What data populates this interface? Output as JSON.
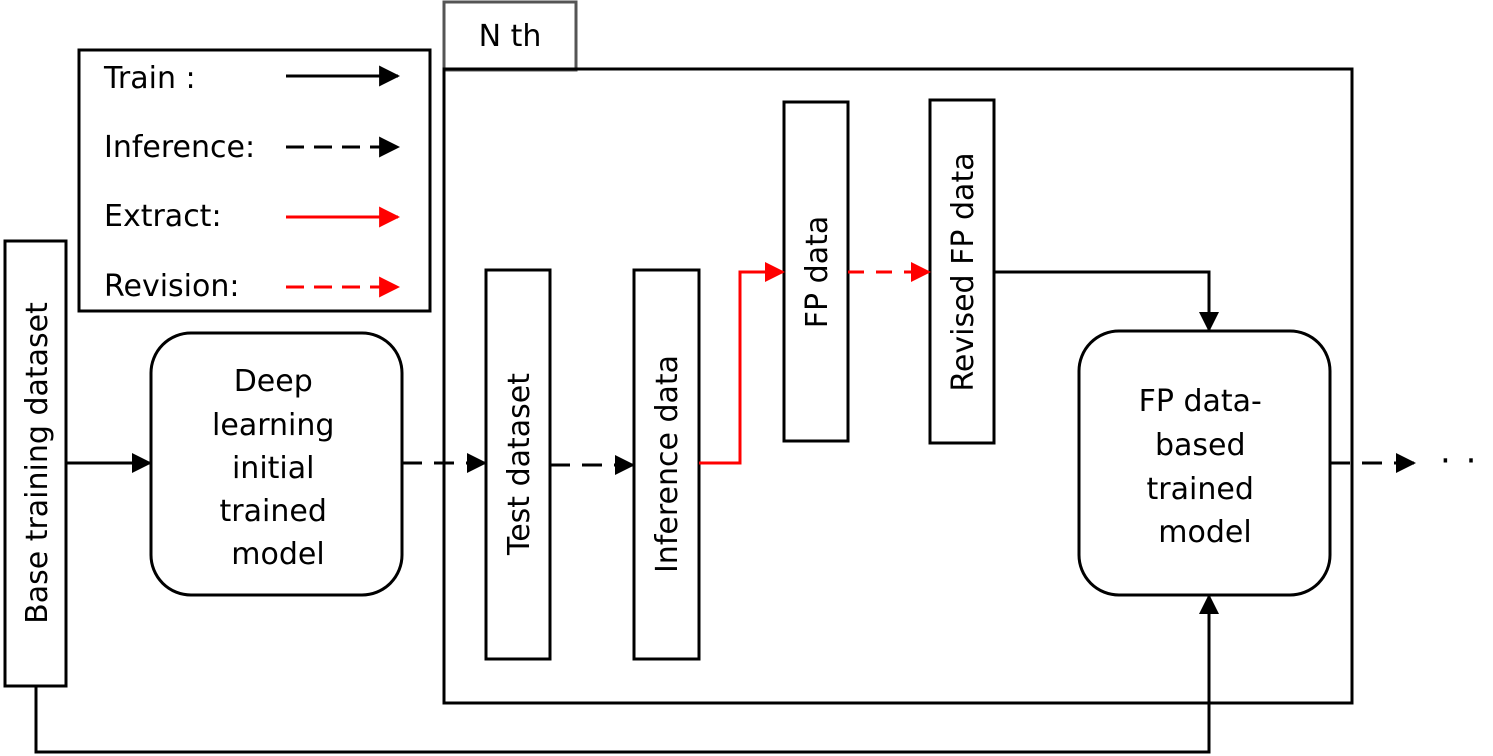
{
  "tab": {
    "label": "N th"
  },
  "legend": {
    "items": [
      {
        "label": "Train :",
        "color": "#000000",
        "style": "solid"
      },
      {
        "label": "Inference:",
        "color": "#000000",
        "style": "dashed"
      },
      {
        "label": "Extract:",
        "color": "#ff0000",
        "style": "solid"
      },
      {
        "label": "Revision:",
        "color": "#ff0000",
        "style": "dashed"
      }
    ]
  },
  "nodes": {
    "base_training_dataset": "Base training dataset",
    "initial_model": [
      "Deep",
      "learning",
      "initial",
      "trained",
      "model"
    ],
    "test_dataset": "Test dataset",
    "inference_data": "Inference data",
    "fp_data": "FP data",
    "revised_fp_data": "Revised FP data",
    "fp_model": [
      "FP data-",
      "based",
      "trained",
      "model"
    ],
    "ellipsis": "· · ·"
  },
  "colors": {
    "stroke": "#000000",
    "accent": "#ff0000",
    "tab_border": "#555555"
  }
}
